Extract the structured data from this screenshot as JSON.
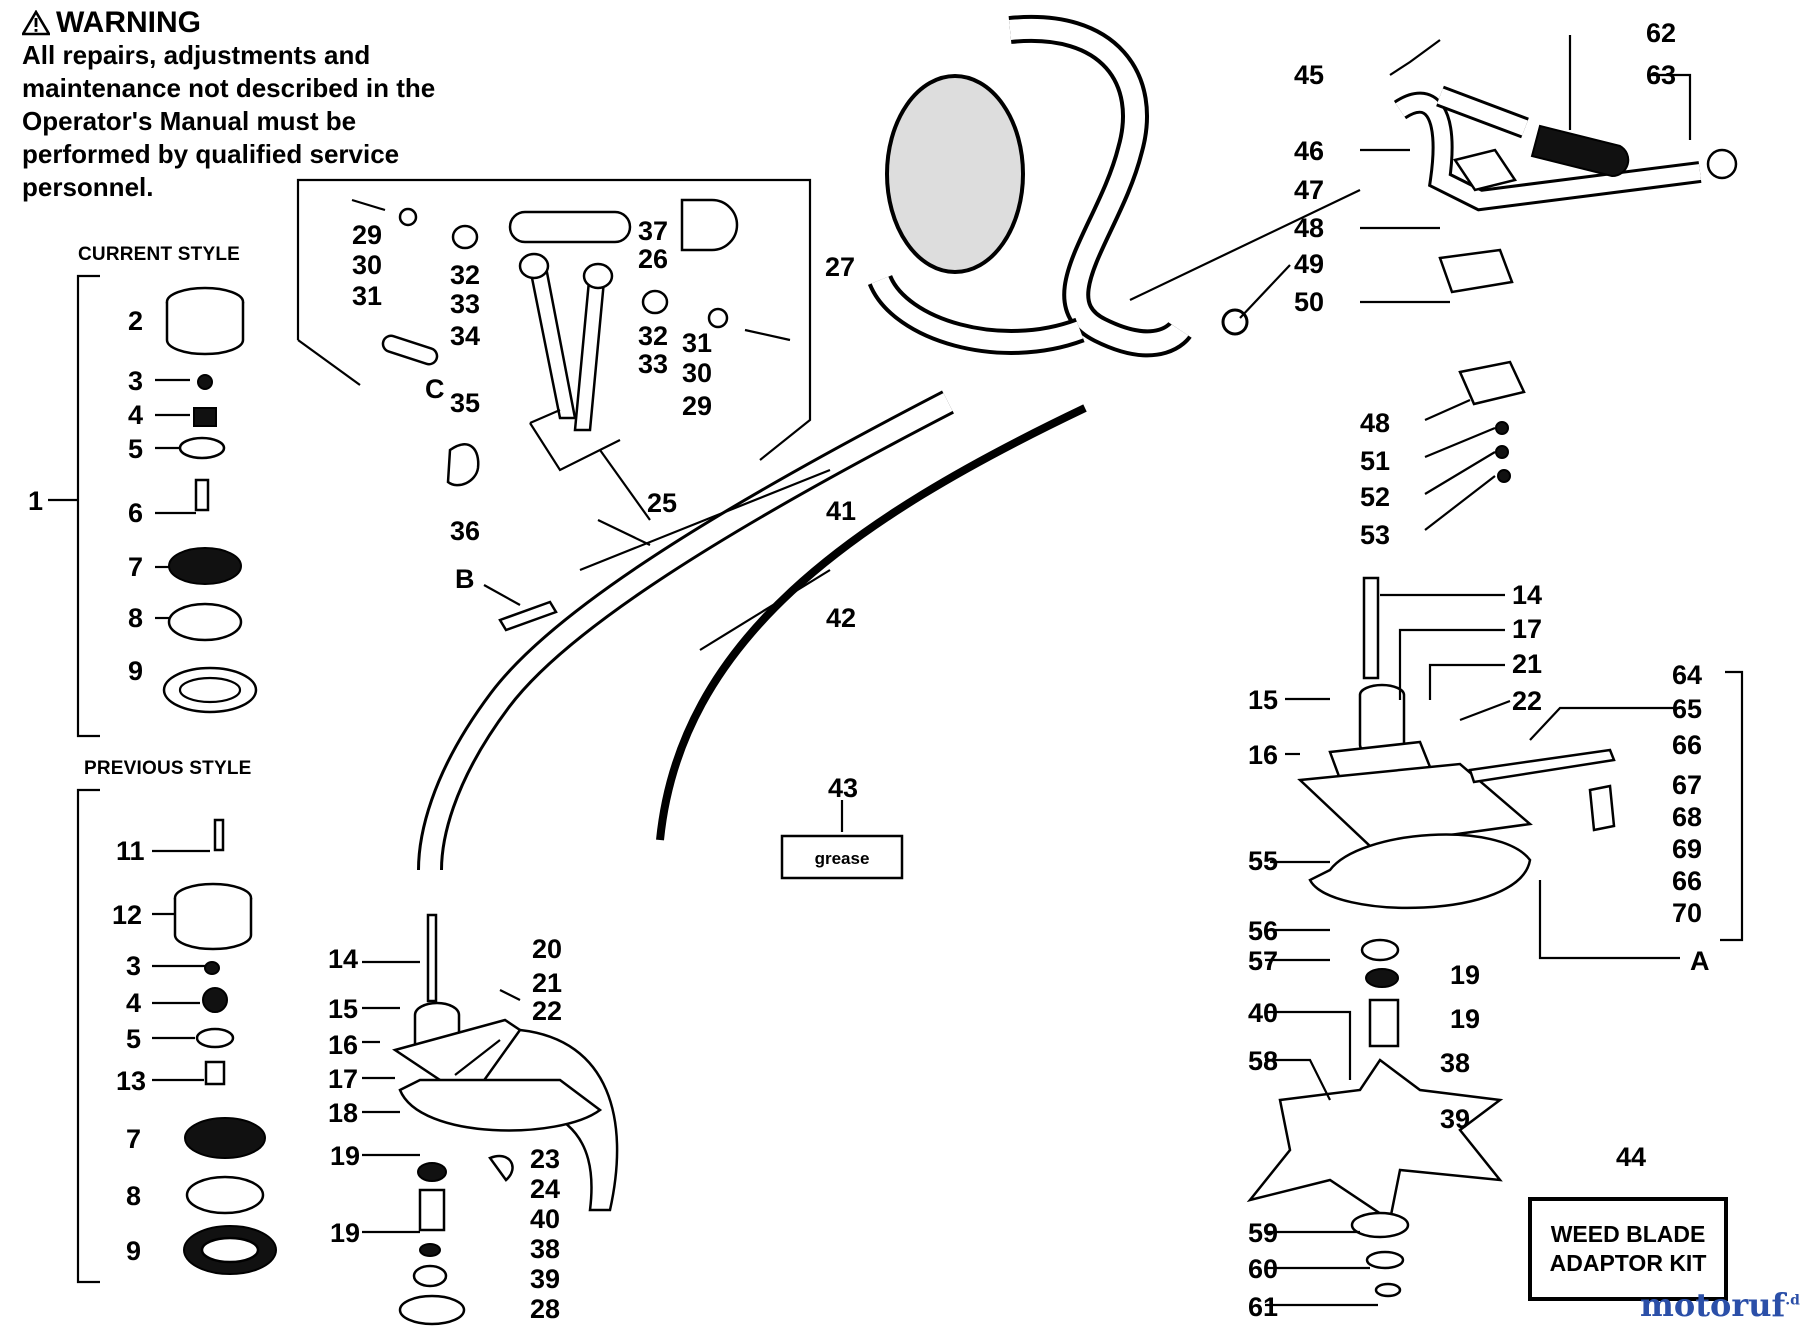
{
  "warning": {
    "title": "WARNING",
    "body": "All repairs, adjustments and maintenance not described in the Operator's Manual must be performed by qualified service personnel."
  },
  "sections": {
    "current_style": "CURRENT STYLE",
    "previous_style": "PREVIOUS STYLE"
  },
  "grease_label": "grease",
  "kit_box": {
    "line1": "WEED BLADE",
    "line2": "ADAPTOR KIT"
  },
  "watermark": {
    "text": "motoruf",
    "suffix": ".de"
  },
  "callouts": {
    "current": [
      "1",
      "2",
      "3",
      "4",
      "5",
      "6",
      "7",
      "8",
      "9"
    ],
    "previous": [
      "11",
      "12",
      "3",
      "4",
      "5",
      "13",
      "7",
      "8",
      "9"
    ],
    "handle_kit": [
      "29",
      "30",
      "31",
      "32",
      "33",
      "34",
      "37",
      "26",
      "27",
      "32",
      "33",
      "31",
      "30",
      "29",
      "35",
      "36",
      "25",
      "C"
    ],
    "shaft": [
      "41",
      "42",
      "B",
      "43"
    ],
    "harness": [
      "45",
      "46",
      "47",
      "48",
      "49",
      "50",
      "62",
      "63",
      "48",
      "51",
      "52",
      "53"
    ],
    "lower_head": [
      "14",
      "15",
      "16",
      "17",
      "18",
      "19",
      "20",
      "21",
      "22",
      "23",
      "24",
      "40",
      "19",
      "38",
      "39",
      "28"
    ],
    "blade_kit": [
      "14",
      "17",
      "21",
      "22",
      "15",
      "16",
      "64",
      "65",
      "66",
      "67",
      "68",
      "69",
      "66",
      "70",
      "A",
      "55",
      "56",
      "57",
      "19",
      "40",
      "19",
      "38",
      "58",
      "39",
      "44",
      "59",
      "60",
      "61"
    ]
  },
  "icons": {
    "warning": "warning-triangle-icon"
  }
}
